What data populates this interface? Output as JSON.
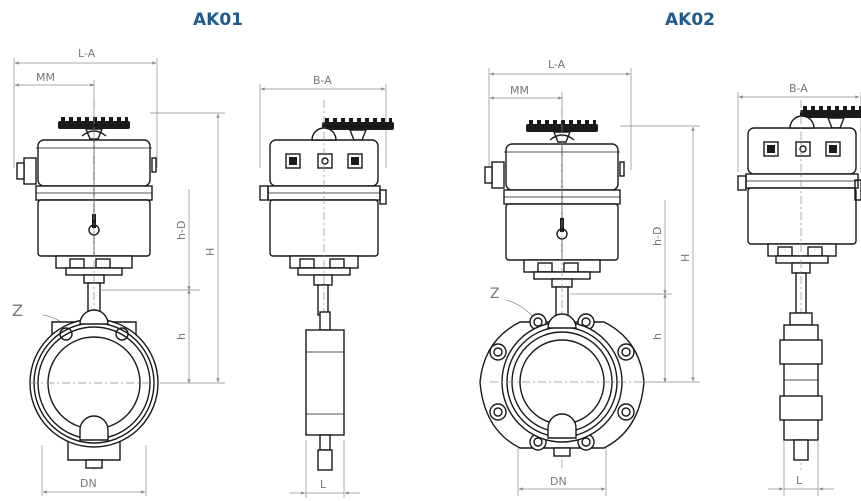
{
  "models": [
    {
      "title": "AK01",
      "labels": {
        "la": "L-A",
        "mm": "MM",
        "ba": "B-A",
        "hd": "h-D",
        "H": "H",
        "h": "h",
        "z": "Z",
        "dn": "DN",
        "l": "L"
      }
    },
    {
      "title": "AK02",
      "labels": {
        "la": "L-A",
        "mm": "MM",
        "ba": "B-A",
        "hd": "h-D",
        "H": "H",
        "h": "h",
        "z": "Z",
        "dn": "DN",
        "l": "L"
      }
    }
  ]
}
